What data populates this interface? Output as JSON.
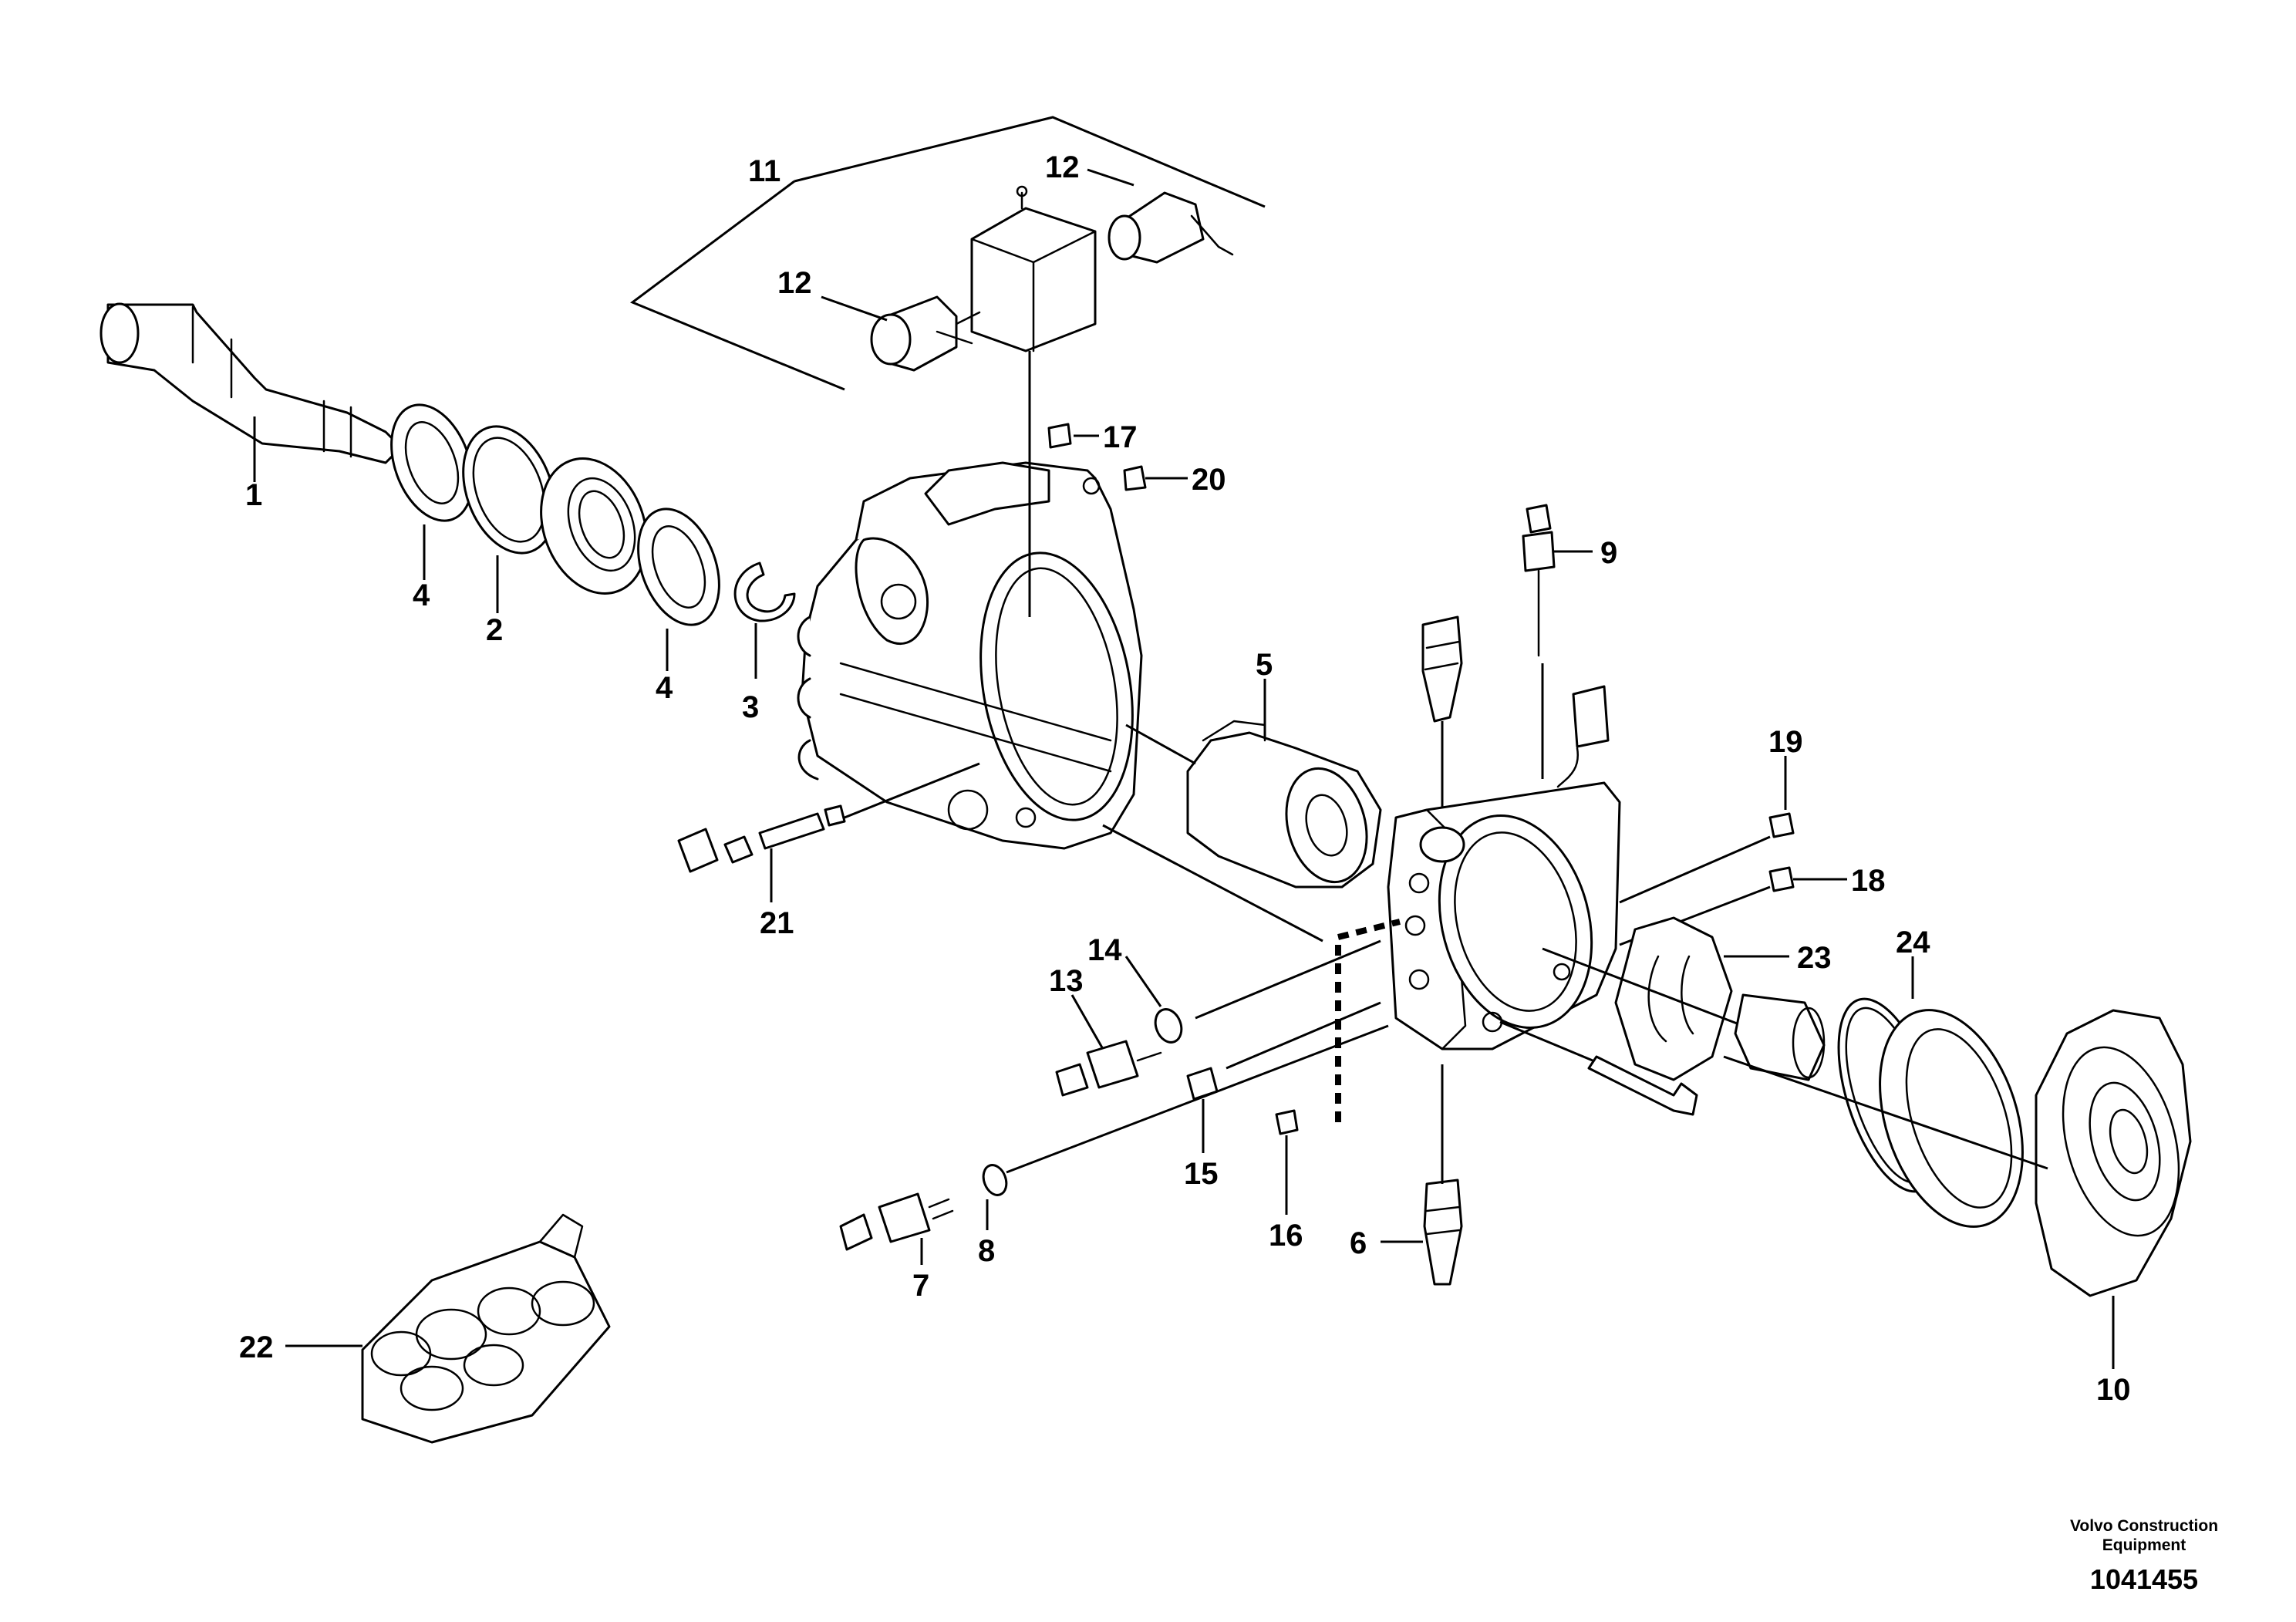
{
  "callouts": {
    "c1": "1",
    "c2": "2",
    "c3": "3",
    "c4a": "4",
    "c4b": "4",
    "c5": "5",
    "c6": "6",
    "c7": "7",
    "c8": "8",
    "c9": "9",
    "c10": "10",
    "c11": "11",
    "c12a": "12",
    "c12b": "12",
    "c13": "13",
    "c14": "14",
    "c15": "15",
    "c16": "16",
    "c17": "17",
    "c18": "18",
    "c19": "19",
    "c20": "20",
    "c21": "21",
    "c22": "22",
    "c23": "23",
    "c24": "24"
  },
  "footer": {
    "company_line1": "Volvo Construction",
    "company_line2": "Equipment",
    "drawing_number": "1041455"
  },
  "colors": {
    "line": "#000000",
    "background": "#ffffff"
  }
}
